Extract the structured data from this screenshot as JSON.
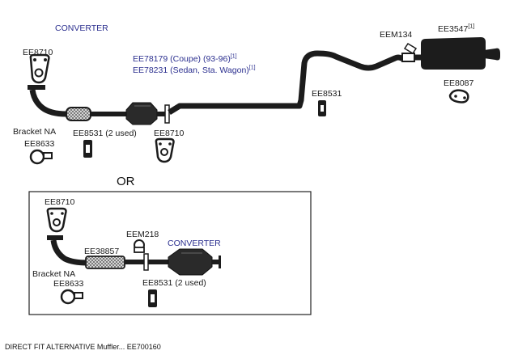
{
  "labels": {
    "converter_top": "CONVERTER",
    "ee8710_top": "EE8710",
    "bracket_na_top": "Bracket NA",
    "ee8633_top": "EE8633",
    "ee8531_2used_top": "EE8531 (2 used)",
    "ee8710_mid": "EE8710",
    "pipe_coupe": "EE78179 (Coupe) (93-96)",
    "pipe_coupe_note": "[1]",
    "pipe_sedan": "EE78231 (Sedan, Sta. Wagon)",
    "pipe_sedan_note": "[1]",
    "ee8531_right": "EE8531",
    "eem134": "EEM134",
    "muffler": "EE3547",
    "muffler_note": "[1]",
    "ee8087": "EE8087",
    "or_text": "OR",
    "alt_ee8710": "EE8710",
    "alt_ee38857": "EE38857",
    "alt_eem218": "EEM218",
    "alt_converter": "CONVERTER",
    "alt_bracket_na": "Bracket NA",
    "alt_ee8633": "EE8633",
    "alt_ee8531": "EE8531 (2 used)"
  },
  "footer": "DIRECT FIT ALTERNATIVE Muffler... EE700160",
  "colors": {
    "pipe": "#1c1c1c",
    "label": "#1a1a1a",
    "accent_label": "#2b2f8f",
    "box_border": "#222222"
  }
}
